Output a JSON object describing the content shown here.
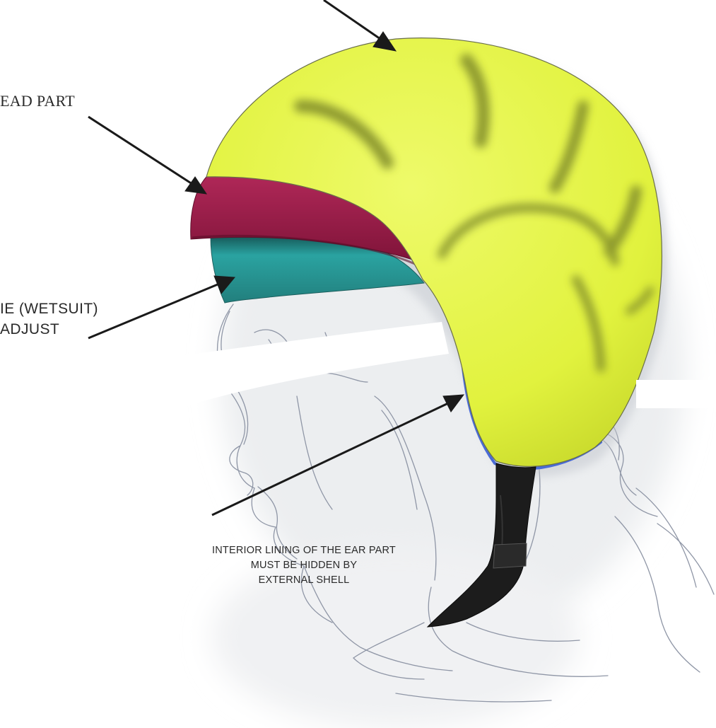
{
  "labels": {
    "forehead_part": "EAD PART",
    "neoprene_line1": "IE (WETSUIT)",
    "neoprene_line2": "ADJUST",
    "lining_note": [
      "INTERIOR LINING OF THE EAR PART",
      "MUST BE HIDDEN BY",
      "EXTERNAL SHELL"
    ]
  },
  "colors": {
    "shell": "#e4f542",
    "shell_groove": "#7f8a2c",
    "forehead_band": "#9c1c45",
    "neoprene_band": "#2a9e9c",
    "edge_trim": "#4a6bd6",
    "chin_strap": "#1c1c1c",
    "sketch_line": "#8f96a6",
    "arrow": "#1a1a1a"
  }
}
